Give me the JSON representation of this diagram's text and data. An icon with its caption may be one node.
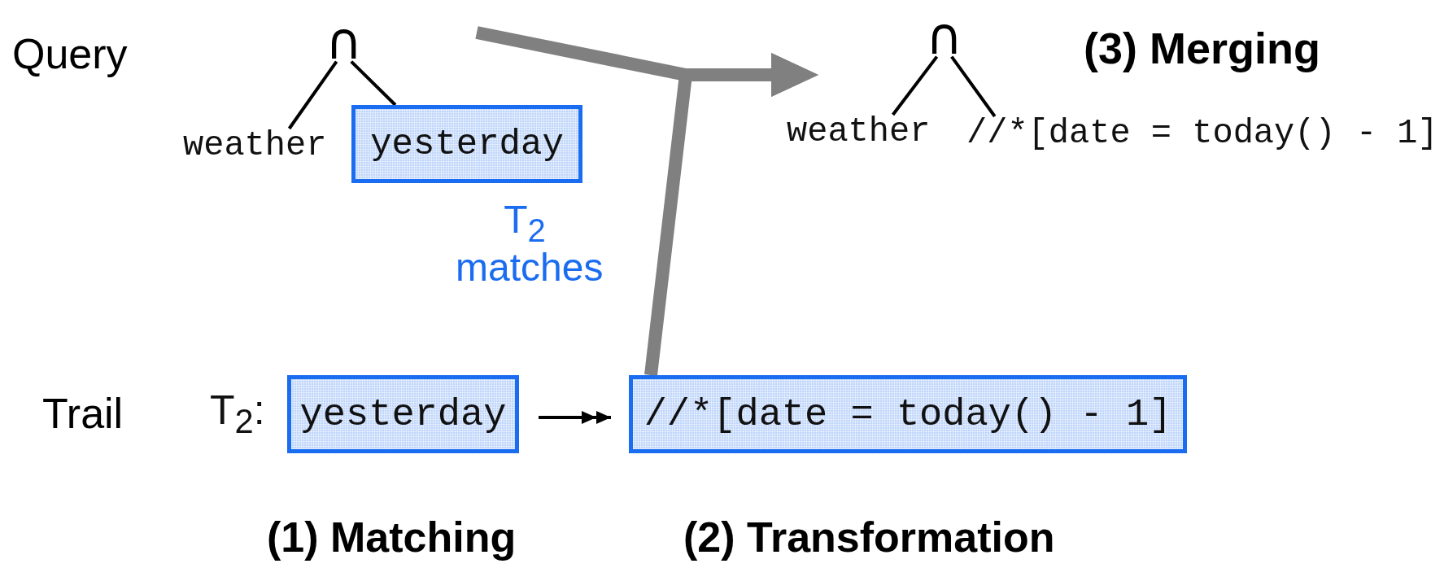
{
  "diagram": {
    "nodes": [
      {
        "text": [
          "∩"
        ]
      },
      {
        "text": [
          "weather"
        ]
      },
      {
        "text": [
          "yesterday"
        ],
        "beside": [
          "T$_{2}$ matches"
        ]
      },
      {
        "text": [
          "∩"
        ]
      },
      {
        "text": [
          "weather"
        ]
      },
      {
        "text": [
          "//*[date = today() - 1]"
        ]
      },
      {
        "text": [
          "yesterday"
        ],
        "beside": [
          "T$_{2}$:"
        ]
      },
      {
        "text": [
          "//*[date = today() - 1]"
        ]
      }
    ],
    "edges": [
      {
        "from": 0,
        "to": 1,
        "arrow": "none"
      },
      {
        "from": 0,
        "to": 2,
        "arrow": "none"
      },
      {
        "from": 6,
        "to": 7,
        "arrow": "to"
      },
      {
        "from": null,
        "to": 4,
        "arrow": "to",
        "style": "thick",
        "color": "#808080"
      },
      {
        "from": 7,
        "to": 4,
        "arrow": "to",
        "style": "thick",
        "color": "#808080"
      },
      {
        "from": 3,
        "to": 4,
        "arrow": "none"
      },
      {
        "from": 3,
        "to": 5,
        "arrow": "none"
      }
    ],
    "labels": [
      "Query",
      "(3) Merging",
      "Trail",
      "(1) Matching",
      "(2) Transformation"
    ]
  }
}
